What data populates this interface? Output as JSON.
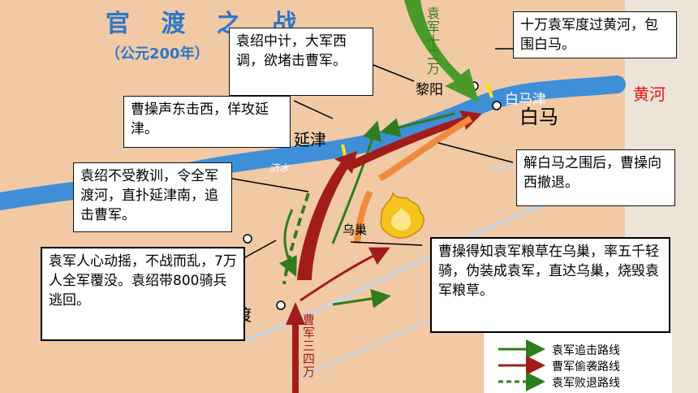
{
  "title": "官 渡 之 战",
  "subtitle": "（公元200年）",
  "places": {
    "liyang": "黎阳",
    "baima": "白马",
    "baimajin": "白马津",
    "yanjin": "延津",
    "wuchao": "乌巢",
    "guandu": "官渡",
    "yellow_river": "黄河",
    "jishui": "济水"
  },
  "troop_labels": {
    "yuan": "袁军十二万",
    "cao": "曹军三四万"
  },
  "notes": {
    "n1": "十万袁军度过黄河，包围白马。",
    "n2": "袁绍中计，大军西调，欲堵击曹军。",
    "n3": "曹操声东击西，佯攻延津。",
    "n4": "解白马之围后，曹操向西撤退。",
    "n5": "袁绍不受教训，令全军渡河，直扑延津南，追击曹军。",
    "n6": "袁军人心动摇，不战而乱，7万人全军覆没。袁绍带800骑兵逃回。",
    "n7": "曹操得知袁军粮草在乌巢，率五千轻骑，伪装成袁军，直达乌巢，烧毁袁军粮草。"
  },
  "legend": {
    "items": [
      "袁军追击路线",
      "曹军偷袭路线",
      "袁军败退路线"
    ]
  },
  "colors": {
    "map_bg": "#f2c9a5",
    "river": "#3e8fd8",
    "title": "#2d77c7",
    "yuan_arrow": "#2e7d1e",
    "cao_arrow": "#a31c1c",
    "orange_arrow": "#f08a3c",
    "yellow_river_label": "#e01515"
  }
}
